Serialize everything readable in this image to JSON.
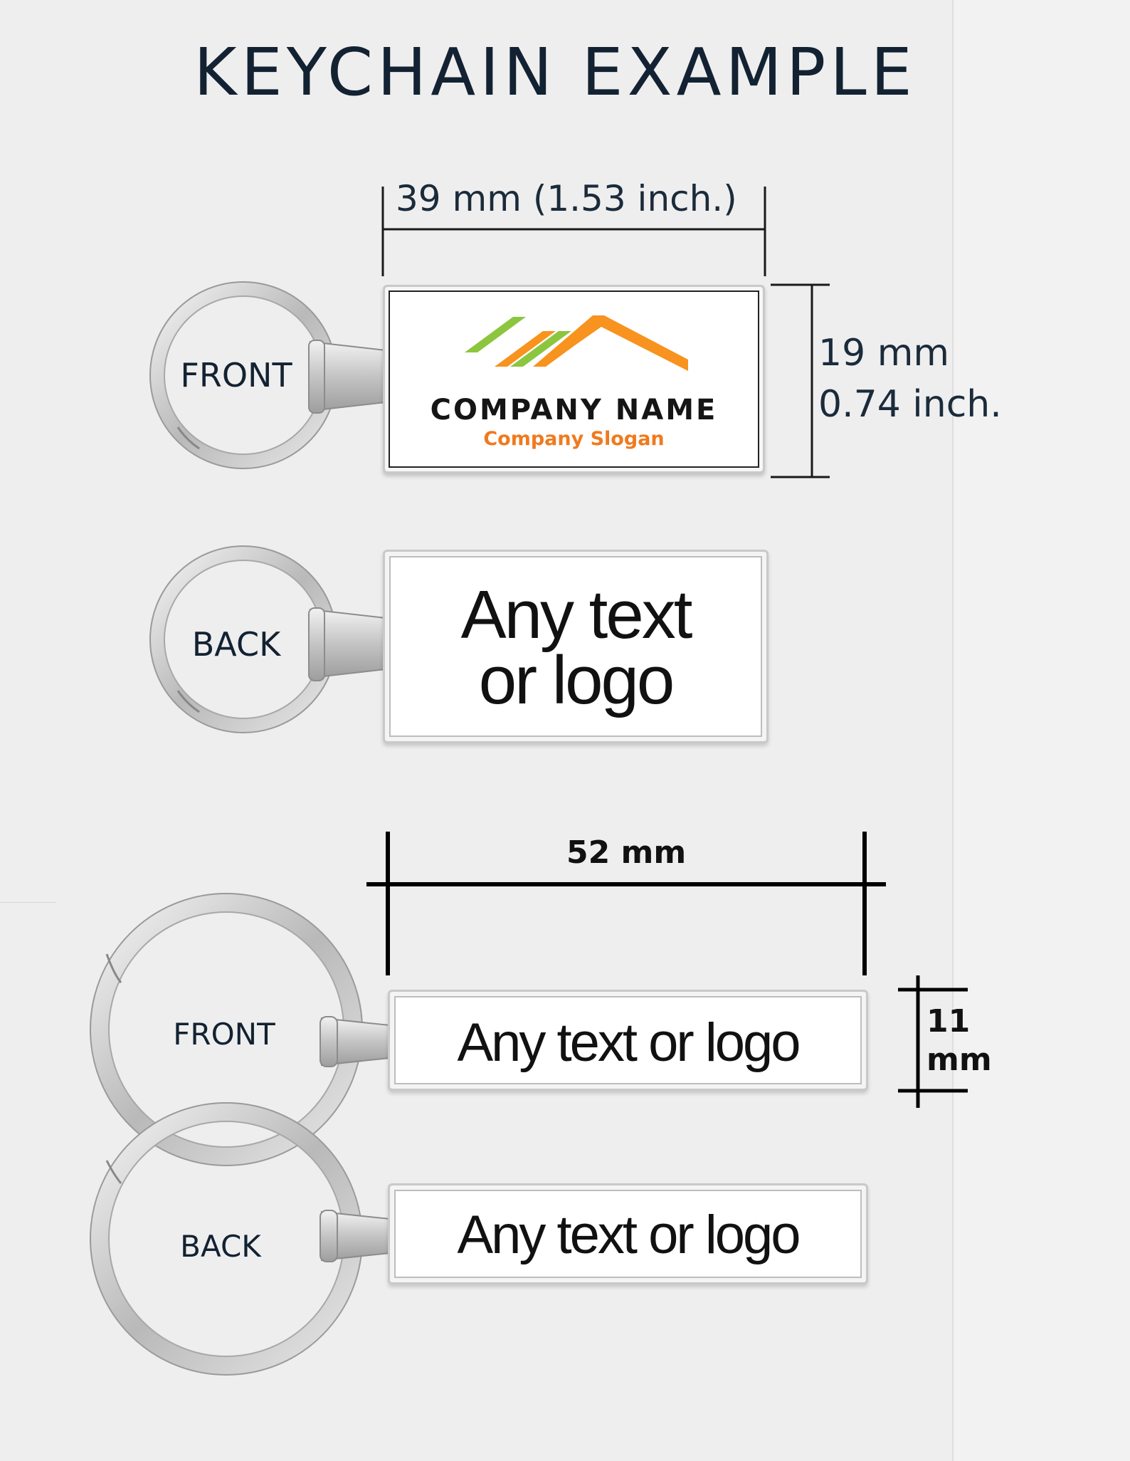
{
  "title": "KEYCHAIN EXAMPLE",
  "keychain_1": {
    "width_label": "39 mm (1.53 inch.)",
    "height_label_mm": "19 mm",
    "height_label_in": "0.74 inch.",
    "front": {
      "ring_label": "FRONT",
      "logo": {
        "icon": "roof-logo-icon",
        "colors": [
          "#8cc63f",
          "#f7931e"
        ]
      },
      "company_name": "COMPANY NAME",
      "company_slogan": "Company Slogan"
    },
    "back": {
      "ring_label": "BACK",
      "line1": "Any text",
      "line2": "or logo"
    }
  },
  "keychain_2": {
    "width_label": "52 mm",
    "height_label_value": "11",
    "height_label_unit": "mm",
    "front": {
      "ring_label": "FRONT",
      "text": "Any text or logo"
    },
    "back": {
      "ring_label": "BACK",
      "text": "Any text or logo"
    }
  },
  "colors": {
    "title": "#122232",
    "slogan": "#f07a1e",
    "logo_green": "#8cc63f",
    "logo_orange": "#f7931e",
    "background": "#efeeee"
  }
}
